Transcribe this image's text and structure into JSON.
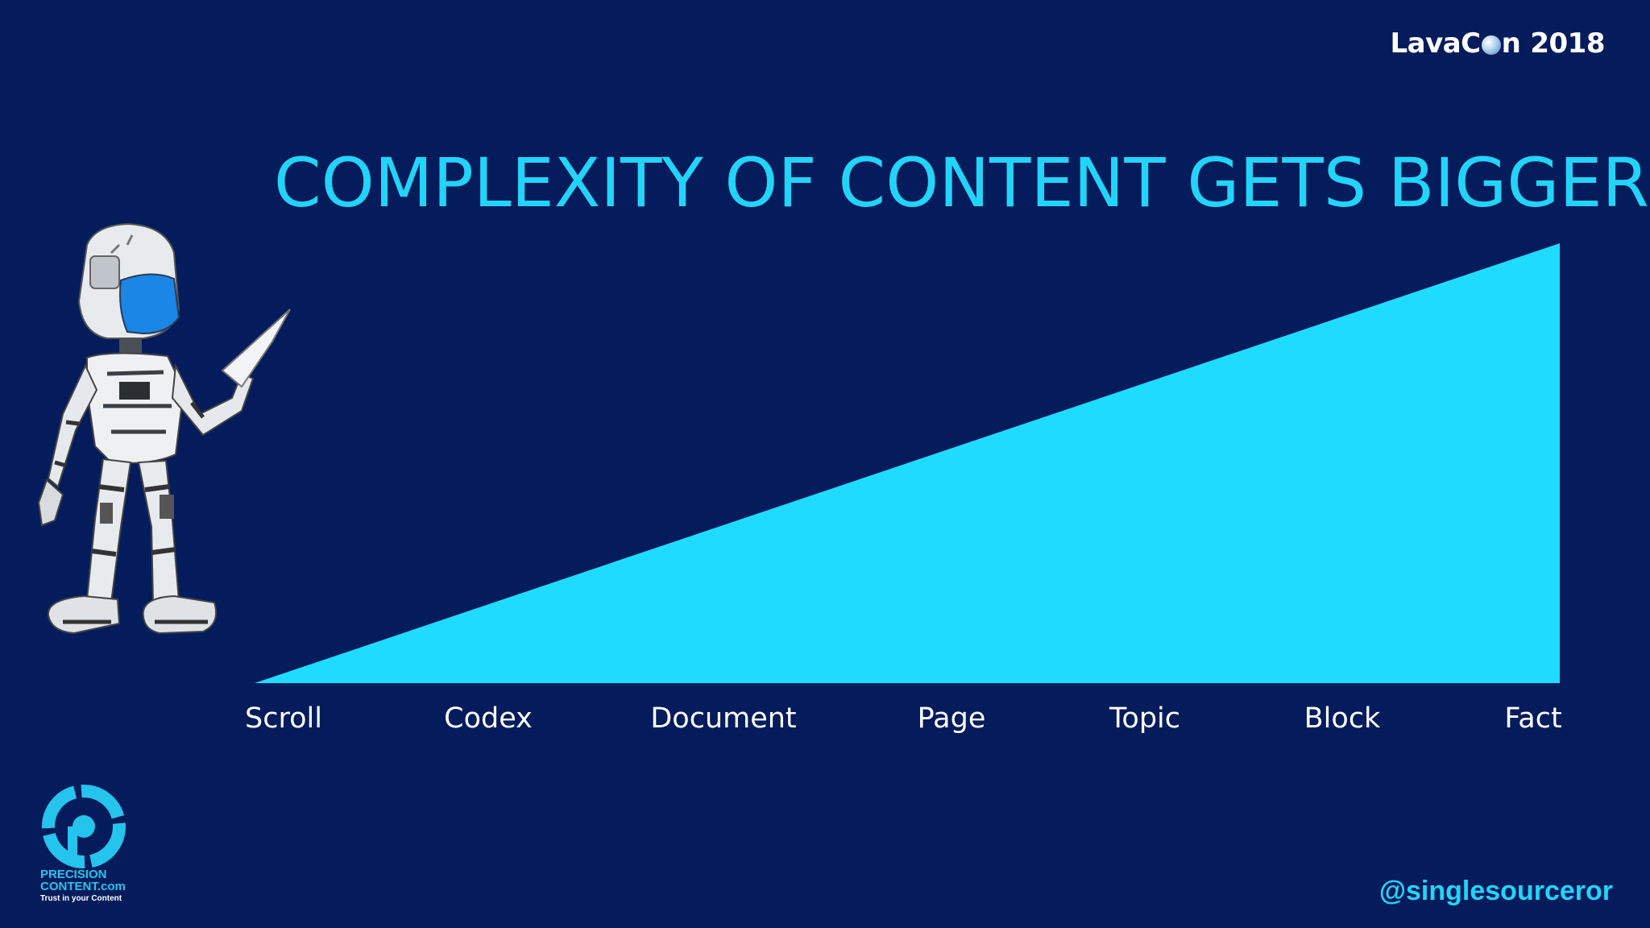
{
  "brand": {
    "name_part1": "LavaC",
    "name_part2": "n",
    "year": "2018"
  },
  "slide": {
    "title": "COMPLEXITY OF CONTENT GETS BIGGER"
  },
  "chart_data": {
    "type": "area",
    "title": "COMPLEXITY OF CONTENT GETS BIGGER",
    "categories": [
      "Scroll",
      "Codex",
      "Document",
      "Page",
      "Topic",
      "Block",
      "Fact"
    ],
    "values": [
      0,
      1,
      2,
      3,
      4,
      5,
      6
    ],
    "xlabel": "",
    "ylabel": "",
    "grid": false,
    "color": "#1fdcff"
  },
  "logo": {
    "line1": "PRECISION",
    "line2": "CONTENT.com",
    "tagline": "Trust in your Content"
  },
  "footer": {
    "handle": "@singlesourceror"
  },
  "colors": {
    "background": "#041c5c",
    "accent": "#22d4f7",
    "text": "#ffffff"
  }
}
